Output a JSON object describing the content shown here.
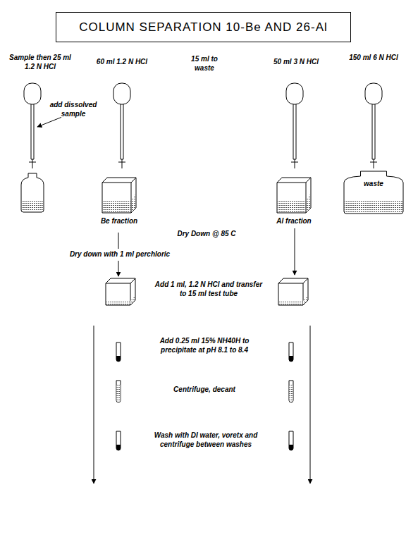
{
  "diagram": {
    "title": "COLUMN SEPARATION 10-Be AND 26-Al",
    "nodes": [
      {
        "text": [
          "Be fraction"
        ]
      },
      {
        "text": [
          "Al fraction"
        ]
      },
      {
        "text": [
          "waste"
        ]
      }
    ],
    "labels": [
      "Sample then 25 ml 1.2 N HCl",
      "60 ml 1.2 N HCl",
      "15 ml to waste",
      "add dissolved sample",
      "50 ml 3 N HCl",
      "150 ml 6 N HCl",
      "Dry Down @ 85 C",
      "Dry down with 1 ml perchloric",
      "Add 1 ml, 1.2 N HCl and transfer to 15 ml test tube",
      "Add 0.25 ml 15% NH40H to precipitate at pH 8.1 to 8.4",
      "Centrifuge, decant",
      "Wash with DI water, voretx and centrifuge between washes"
    ]
  }
}
